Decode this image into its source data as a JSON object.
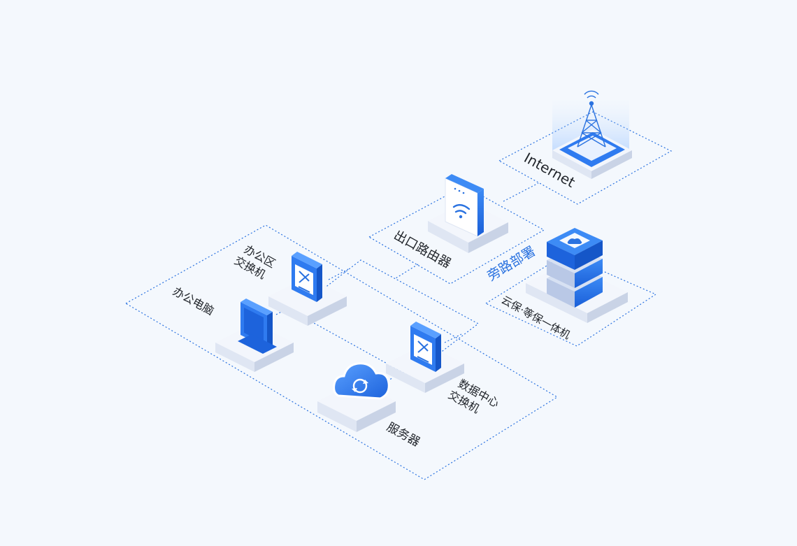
{
  "diagram": {
    "nodes": {
      "internet": {
        "label": "Internet",
        "icon": "cell-tower-icon"
      },
      "router": {
        "label": "出口路由器",
        "icon": "wifi-router-icon"
      },
      "office_switch": {
        "label_line1": "办公区",
        "label_line2": "交换机",
        "icon": "switch-icon"
      },
      "office_pc": {
        "label": "办公电脑",
        "icon": "computer-monitor-icon"
      },
      "dc_switch": {
        "label_line1": "数据中心",
        "label_line2": "交换机",
        "icon": "switch-icon"
      },
      "server": {
        "label": "服务器",
        "icon": "cloud-sync-icon"
      },
      "appliance": {
        "label": "云保·等保一体机",
        "icon": "server-rack-icon"
      }
    },
    "bypass_label": "旁路部署",
    "colors": {
      "accent": "#2a72e0",
      "accent_dark": "#1556c8",
      "platform_top": "#f3f6fc",
      "platform_left": "#dfe6f3",
      "platform_right": "#c9d3e6",
      "dotted_line": "#2a72e0",
      "background": "#f4f8fd"
    }
  }
}
